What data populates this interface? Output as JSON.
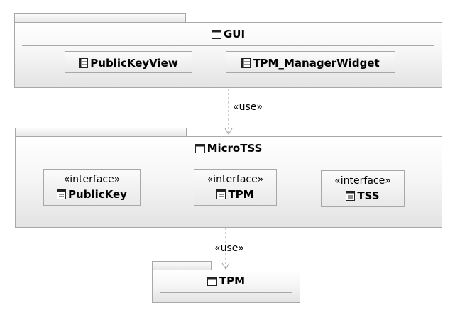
{
  "packages": {
    "gui": {
      "name": "GUI",
      "classes": [
        "PublicKeyView",
        "TPM_ManagerWidget"
      ]
    },
    "microtss": {
      "name": "MicroTSS",
      "interfaces": [
        {
          "stereotype": "«interface»",
          "name": "PublicKey"
        },
        {
          "stereotype": "«interface»",
          "name": "TPM"
        },
        {
          "stereotype": "«interface»",
          "name": "TSS"
        }
      ]
    },
    "tpm": {
      "name": "TPM"
    }
  },
  "dependencies": [
    {
      "from": "GUI",
      "to": "MicroTSS",
      "label": "«use»"
    },
    {
      "from": "MicroTSS",
      "to": "TPM",
      "label": "«use»"
    }
  ],
  "icons": {
    "package": "package-icon",
    "class": "class-icon",
    "interface": "interface-icon"
  }
}
